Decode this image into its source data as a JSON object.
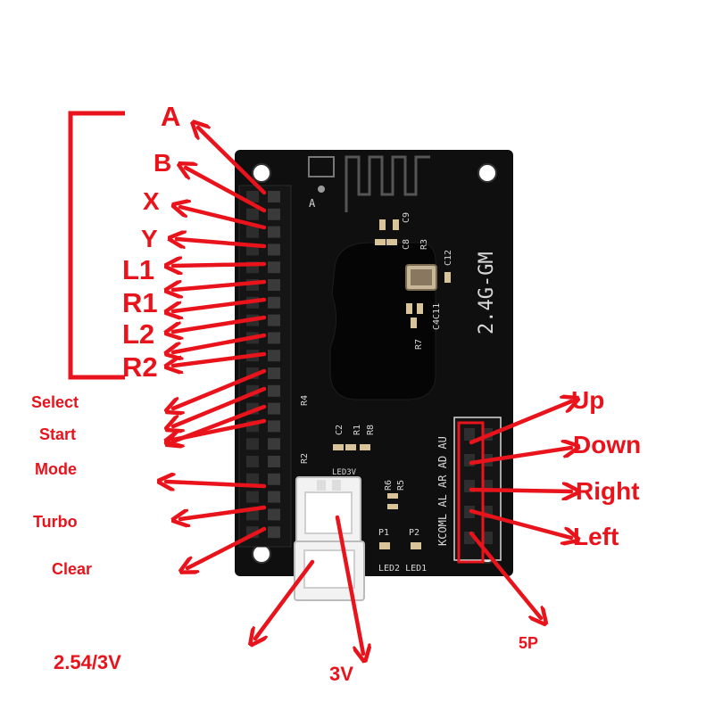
{
  "labels": {
    "a": "A",
    "b": "B",
    "x": "X",
    "y": "Y",
    "l1": "L1",
    "r1": "R1",
    "l2": "L2",
    "r2": "R2",
    "select": "Select",
    "start": "Start",
    "mode": "Mode",
    "turbo": "Turbo",
    "clear": "Clear",
    "up": "Up",
    "down": "Down",
    "right": "Right",
    "left": "Left",
    "five_p": "5P",
    "three_v": "3V",
    "spec": "2.54/3V"
  },
  "board": {
    "model": "2.4G-GM",
    "silk_a": "A",
    "silk_c9": "C9",
    "silk_c8": "C8",
    "silk_r3": "R3",
    "silk_c12": "C12",
    "silk_c4c11": "C4C11",
    "silk_r7": "R7",
    "silk_r1": "R1",
    "silk_r8": "R8",
    "silk_c2": "C2",
    "silk_r6": "R6",
    "silk_r5": "R5",
    "silk_r2": "R2",
    "silk_r4": "R4",
    "silk_dir": "KCOML AL AR AD AU",
    "silk_p1": "P1",
    "silk_p2": "P2",
    "silk_led": "LED2 LED1",
    "silk_led3": "LED3V"
  },
  "colors": {
    "annotation": "#e8131b",
    "board": "#0f0f0f",
    "silk": "#d8d8d8",
    "chip": "#050505",
    "header": "#151515"
  }
}
